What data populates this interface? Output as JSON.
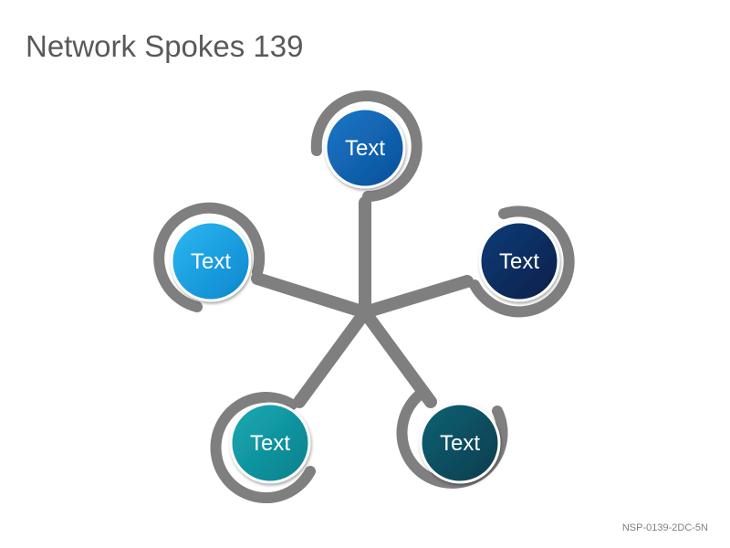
{
  "title": "Network Spokes 139",
  "footer_code": "NSP-0139-2DC-5N",
  "nodes": [
    {
      "label": "Text",
      "color": "#0b62b4"
    },
    {
      "label": "Text",
      "color": "#0a2d62"
    },
    {
      "label": "Text",
      "color": "#0b4f62"
    },
    {
      "label": "Text",
      "color": "#0f9aa6"
    },
    {
      "label": "Text",
      "color": "#1aa6e6"
    }
  ],
  "colors": {
    "spoke": "#7f7f7f",
    "node_border": "#ffffff"
  }
}
